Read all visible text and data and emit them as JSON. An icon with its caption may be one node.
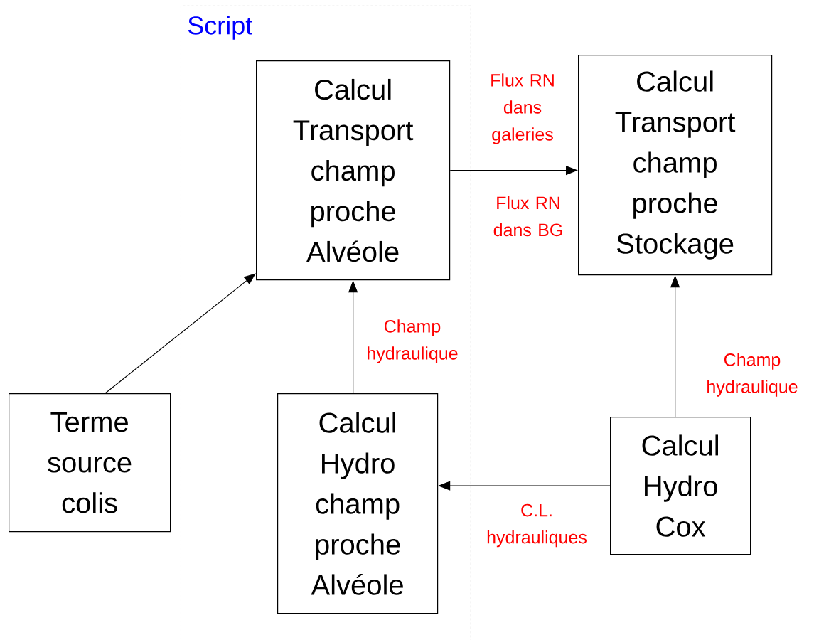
{
  "diagram": {
    "nodes": [
      {
        "text": [
          "Script"
        ]
      },
      {
        "text": [
          "Calcul Transport champ proche Alvéole"
        ],
        "in": 0
      },
      {
        "text": [
          "Calcul Transport champ proche Stockage"
        ]
      },
      {
        "text": [
          "Terme source colis"
        ]
      },
      {
        "text": [
          "Calcul Hydro champ proche Alvéole"
        ],
        "in": 0
      },
      {
        "text": [
          "Calcul Hydro Cox"
        ]
      }
    ],
    "edges": [
      {
        "from": 1,
        "to": 2,
        "arrow": "to",
        "label": "Flux RN dans galeries"
      },
      {
        "from": 3,
        "to": 1,
        "arrow": "to"
      },
      {
        "from": 4,
        "to": 1,
        "arrow": "to",
        "label": "Champ hydraulique"
      },
      {
        "from": 5,
        "to": 2,
        "arrow": "to",
        "label": "Champ hydraulique"
      },
      {
        "from": 5,
        "to": 4,
        "arrow": "to",
        "label": "C.L. hydrauliques"
      }
    ],
    "labels": [
      "Flux RN dans BG"
    ]
  }
}
